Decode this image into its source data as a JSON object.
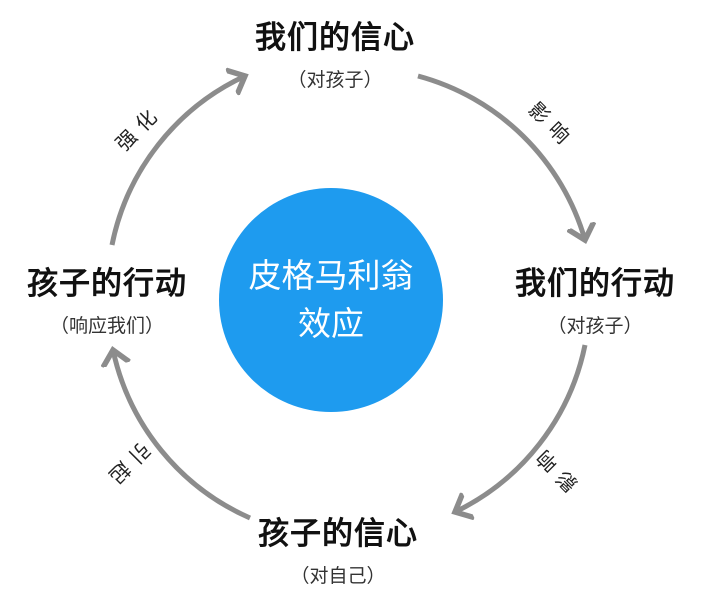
{
  "center": {
    "line1": "皮格马利翁",
    "line2": "效应",
    "color": "#1E9BEF"
  },
  "nodes": {
    "top": {
      "title": "我们的信心",
      "sub": "（对孩子）"
    },
    "right": {
      "title": "我们的行动",
      "sub": "（对孩子）"
    },
    "bottom": {
      "title": "孩子的信心",
      "sub": "（对自己）"
    },
    "left": {
      "title": "孩子的行动",
      "sub": "（响应我们）"
    }
  },
  "arrows": {
    "top_right": "影响",
    "bottom_right": "影响",
    "bottom_left": "引起",
    "top_left": "强化",
    "color": "#8C8C8C"
  }
}
